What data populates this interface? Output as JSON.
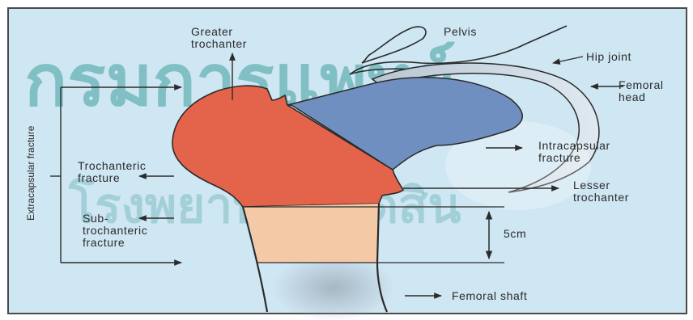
{
  "diagram": {
    "labels": {
      "greater_trochanter": [
        "Greater",
        "trochanter"
      ],
      "pelvis": "Pelvis",
      "hip_joint": "Hip joint",
      "femoral_head": [
        "Femoral",
        "head"
      ],
      "intracapsular_fracture": [
        "Intracapsular",
        "fracture"
      ],
      "trochanteric_fracture": [
        "Trochanteric",
        "fracture"
      ],
      "lesser_trochanter": [
        "Lesser",
        "trochanter"
      ],
      "subtrochanteric_fracture": [
        "Sub-",
        "trochanteric",
        "fracture"
      ],
      "measurement": "5cm",
      "femoral_shaft": "Femoral shaft",
      "extracapsular_fracture": "Extracapsular fracture"
    },
    "watermark": {
      "line1": "กรมการแพทย์",
      "line2": "โรงพยาบาลเลิดสิน"
    },
    "colors": {
      "background": "#cfe6f3",
      "intracapsular_region": "#6f8fc0",
      "trochanteric_region": "#e3644a",
      "subtrochanteric_region": "#f4c9a6",
      "outline": "#2b2b2b",
      "watermark": "#3f9e9a"
    }
  }
}
